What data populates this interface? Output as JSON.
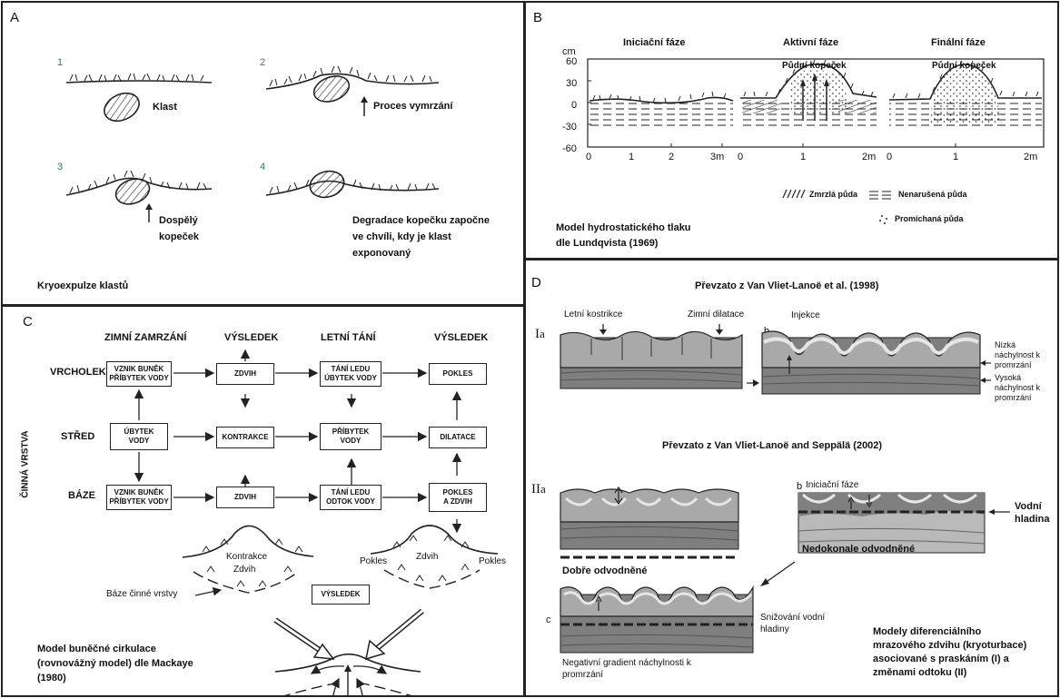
{
  "panelA": {
    "letter": "A",
    "steps": [
      "1",
      "2",
      "3",
      "4"
    ],
    "labels": {
      "klast": "Klast",
      "proces": "Proces vymrzání",
      "dospely1": "Dospělý",
      "dospely2": "kopeček",
      "degr1": "Degradace kopečku započne",
      "degr2": "ve chvíli, kdy je klast",
      "degr3": "exponovaný"
    },
    "caption": "Kryoexpulze klastů"
  },
  "panelB": {
    "letter": "B",
    "phases": [
      "Iniciační fáze",
      "Aktivní fáze",
      "Finální fáze"
    ],
    "yunit": "cm",
    "yticks": [
      "60",
      "30",
      "0",
      "-30",
      "-60"
    ],
    "xticks1": [
      "0",
      "1",
      "2",
      "3m"
    ],
    "xticks2": [
      "0",
      "1",
      "2m"
    ],
    "xticks3": [
      "0",
      "1",
      "2m"
    ],
    "mound_label": "Půdní kopeček",
    "legend": {
      "frozen": "Zmrzlá půda",
      "undisturbed": "Nenarušená půda",
      "mixed": "Promíchaná půda"
    },
    "caption1": "Model hydrostatického tlaku",
    "caption2": "dle Lundqvista (1969)"
  },
  "panelC": {
    "letter": "C",
    "col_headers": [
      "ZIMNÍ ZAMRZÁNÍ",
      "VÝSLEDEK",
      "LETNÍ TÁNÍ",
      "VÝSLEDEK"
    ],
    "row_headers": [
      "VRCHOLEK",
      "STŘED",
      "BÁZE"
    ],
    "side_label": "ČINNÁ VRSTVA",
    "boxes": {
      "r1c1a": "VZNIK BUNĚK",
      "r1c1b": "PŘÍBYTEK VODY",
      "r1c2": "ZDVIH",
      "r1c3a": "TÁNÍ LEDU",
      "r1c3b": "ÚBYTEK VODY",
      "r1c4": "POKLES",
      "r2c1a": "ÚBYTEK",
      "r2c1b": "VODY",
      "r2c2": "KONTRAKCE",
      "r2c3a": "PŘÍBYTEK",
      "r2c3b": "VODY",
      "r2c4": "DILATACE",
      "r3c1a": "VZNIK BUNĚK",
      "r3c1b": "PŘÍBYTEK VODY",
      "r3c2": "ZDVIH",
      "r3c3a": "TÁNÍ LEDU",
      "r3c3b": "ODTOK VODY",
      "r3c4a": "POKLES",
      "r3c4b": "A ZDVIH"
    },
    "cell_labels": {
      "kontrakce": "Kontrakce",
      "zdvih1": "Zdvih",
      "baze": "Báze činné vrstvy",
      "pokles1": "Pokles",
      "zdvih2": "Zdvih",
      "pokles2": "Pokles",
      "vysledek": "VÝSLEDEK"
    },
    "caption1": "Model buněčné cirkulace",
    "caption2": "(rovnovážný model) dle Mackaye",
    "caption3": "(1980)"
  },
  "panelD": {
    "letter": "D",
    "title1": "Převzato z Van Vliet-Lanoë et al. (1998)",
    "title2": "Převzato z Van Vliet-Lanoë and Seppälä (2002)",
    "roman1": "I",
    "roman2": "II",
    "a": "a",
    "b": "b",
    "c": "c",
    "letni": "Letní kostrikce",
    "zimni": "Zimní dilatace",
    "injekce": "Injekce",
    "nizka1": "Nízká",
    "nizka2": "náchylnost k",
    "nizka3": "promrzání",
    "vysoka1": "Vysoká",
    "vysoka2": "náchylnost k",
    "vysoka3": "promrzání",
    "iniciacni": "Iniciační fáze",
    "vodni1": "Vodní",
    "vodni2": "hladina",
    "dobre": "Dobře odvodněné",
    "nedok": "Nedokonale odvodněné",
    "snizovani1": "Snižování vodní",
    "snizovani2": "hladiny",
    "neg1": "Negativní gradient náchylnosti k",
    "neg2": "promrzání",
    "cap1": "Modely diferenciálního",
    "cap2": "mrazového zdvihu (kryoturbace)",
    "cap3": "asociované s praskáním (I) a",
    "cap4": "změnami odtoku (II)"
  }
}
